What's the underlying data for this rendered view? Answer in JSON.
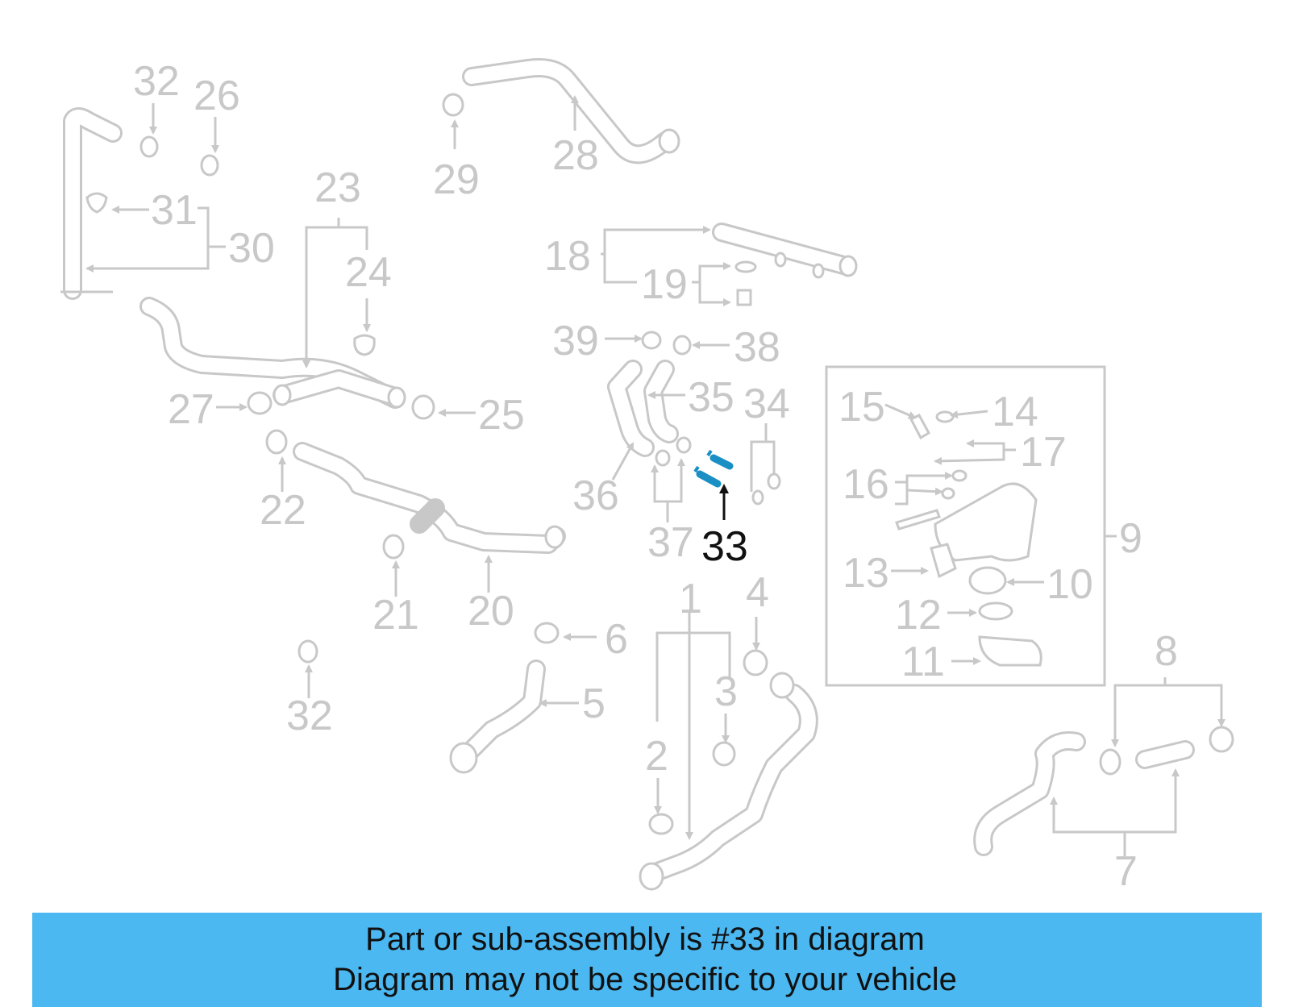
{
  "diagram": {
    "highlight_color": "#1a8fc4",
    "line_color": "#c8c8c8",
    "highlighted_callout": "33",
    "callouts": {
      "c1": "1",
      "c2": "2",
      "c3": "3",
      "c4": "4",
      "c5": "5",
      "c6": "6",
      "c7": "7",
      "c8": "8",
      "c9": "9",
      "c10": "10",
      "c11": "11",
      "c12": "12",
      "c13": "13",
      "c14": "14",
      "c15": "15",
      "c16": "16",
      "c17": "17",
      "c18": "18",
      "c19": "19",
      "c20": "20",
      "c21": "21",
      "c22": "22",
      "c23": "23",
      "c24": "24",
      "c25": "25",
      "c26": "26",
      "c27": "27",
      "c28": "28",
      "c29": "29",
      "c30": "30",
      "c31": "31",
      "c32a": "32",
      "c32b": "32",
      "c34": "34",
      "c35": "35",
      "c36": "36",
      "c37": "37",
      "c38": "38",
      "c39": "39"
    }
  },
  "banner": {
    "background": "#4bb8f1",
    "line1": "Part or sub-assembly is #33 in diagram",
    "line2": "Diagram may not be specific to your vehicle"
  }
}
